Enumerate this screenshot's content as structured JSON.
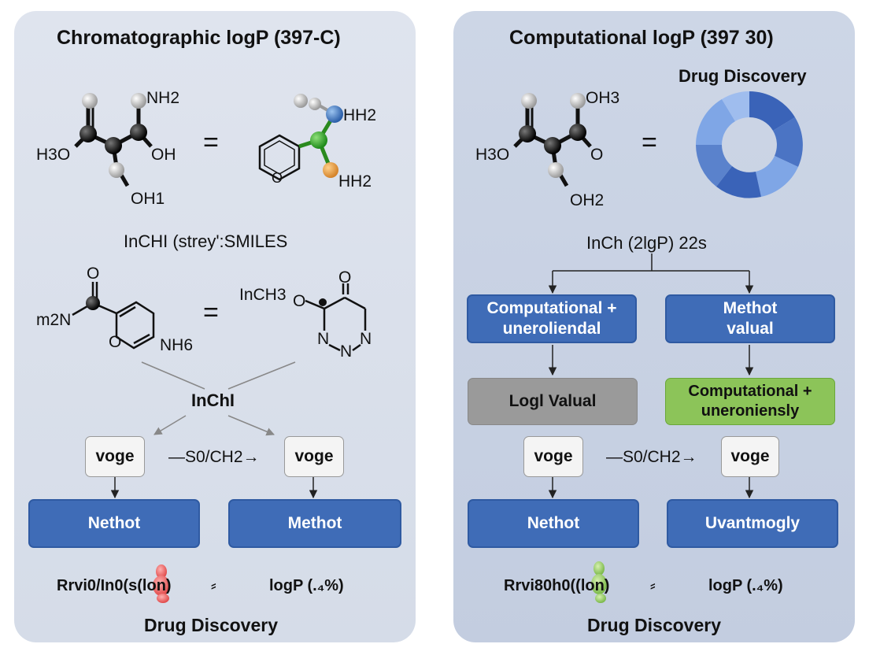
{
  "left": {
    "title": "Chromatographic logP (397-C)",
    "mol1": {
      "a": "NH2",
      "b": "H3O",
      "c": "OH",
      "d": "OH1"
    },
    "mol2": {
      "a": "HH2",
      "b": "HH2",
      "ring": "O"
    },
    "equals": "=",
    "subtitle": "InCHI (strey':SMILES",
    "mol3": {
      "a": "O",
      "b": "m2N",
      "c": "O",
      "d": "NH6"
    },
    "mol4": {
      "a": "InCH3",
      "b": "O",
      "c": "O",
      "d": "N",
      "e": "N",
      "f": "N"
    },
    "center_label": "InChI",
    "node_left": "voge",
    "node_right": "voge",
    "arrow_label": "—S0/CH2→",
    "box_left": "Nethot",
    "box_right": "Methot",
    "footer_left": "Rrvi0/In0(s(lon)",
    "footer_sep": "⸗",
    "footer_right": "logP (.₄%)",
    "bottom": "Drug Discovery"
  },
  "right": {
    "title": "Computational logP (397 30)",
    "donut_title": "Drug Discovery",
    "mol1": {
      "a": "OH3",
      "b": "H3O",
      "c": "O",
      "d": "OH2"
    },
    "equals": "=",
    "subtitle": "InCh (2lgP) 22s",
    "box1": [
      "Computational +",
      "uneroliendal"
    ],
    "box2": [
      "Methot",
      "valual"
    ],
    "box3": "Logl Valual",
    "box4": [
      "Computational +",
      "uneroniensly"
    ],
    "node_left": "voge",
    "node_right": "voge",
    "arrow_label": "—S0/CH2→",
    "box5": "Nethot",
    "box6": "Uvantmogly",
    "footer_left": "Rrvi80h0((lon)",
    "footer_sep": "⸗",
    "footer_right": "logP (.₄%)",
    "bottom": "Drug Discovery"
  },
  "colors": {
    "box_blue": "#3f6cb7",
    "box_green": "#8cc459",
    "box_grey": "#9a9a9a",
    "donut_dark": "#3a63b8",
    "donut_light": "#7fa6e6"
  }
}
